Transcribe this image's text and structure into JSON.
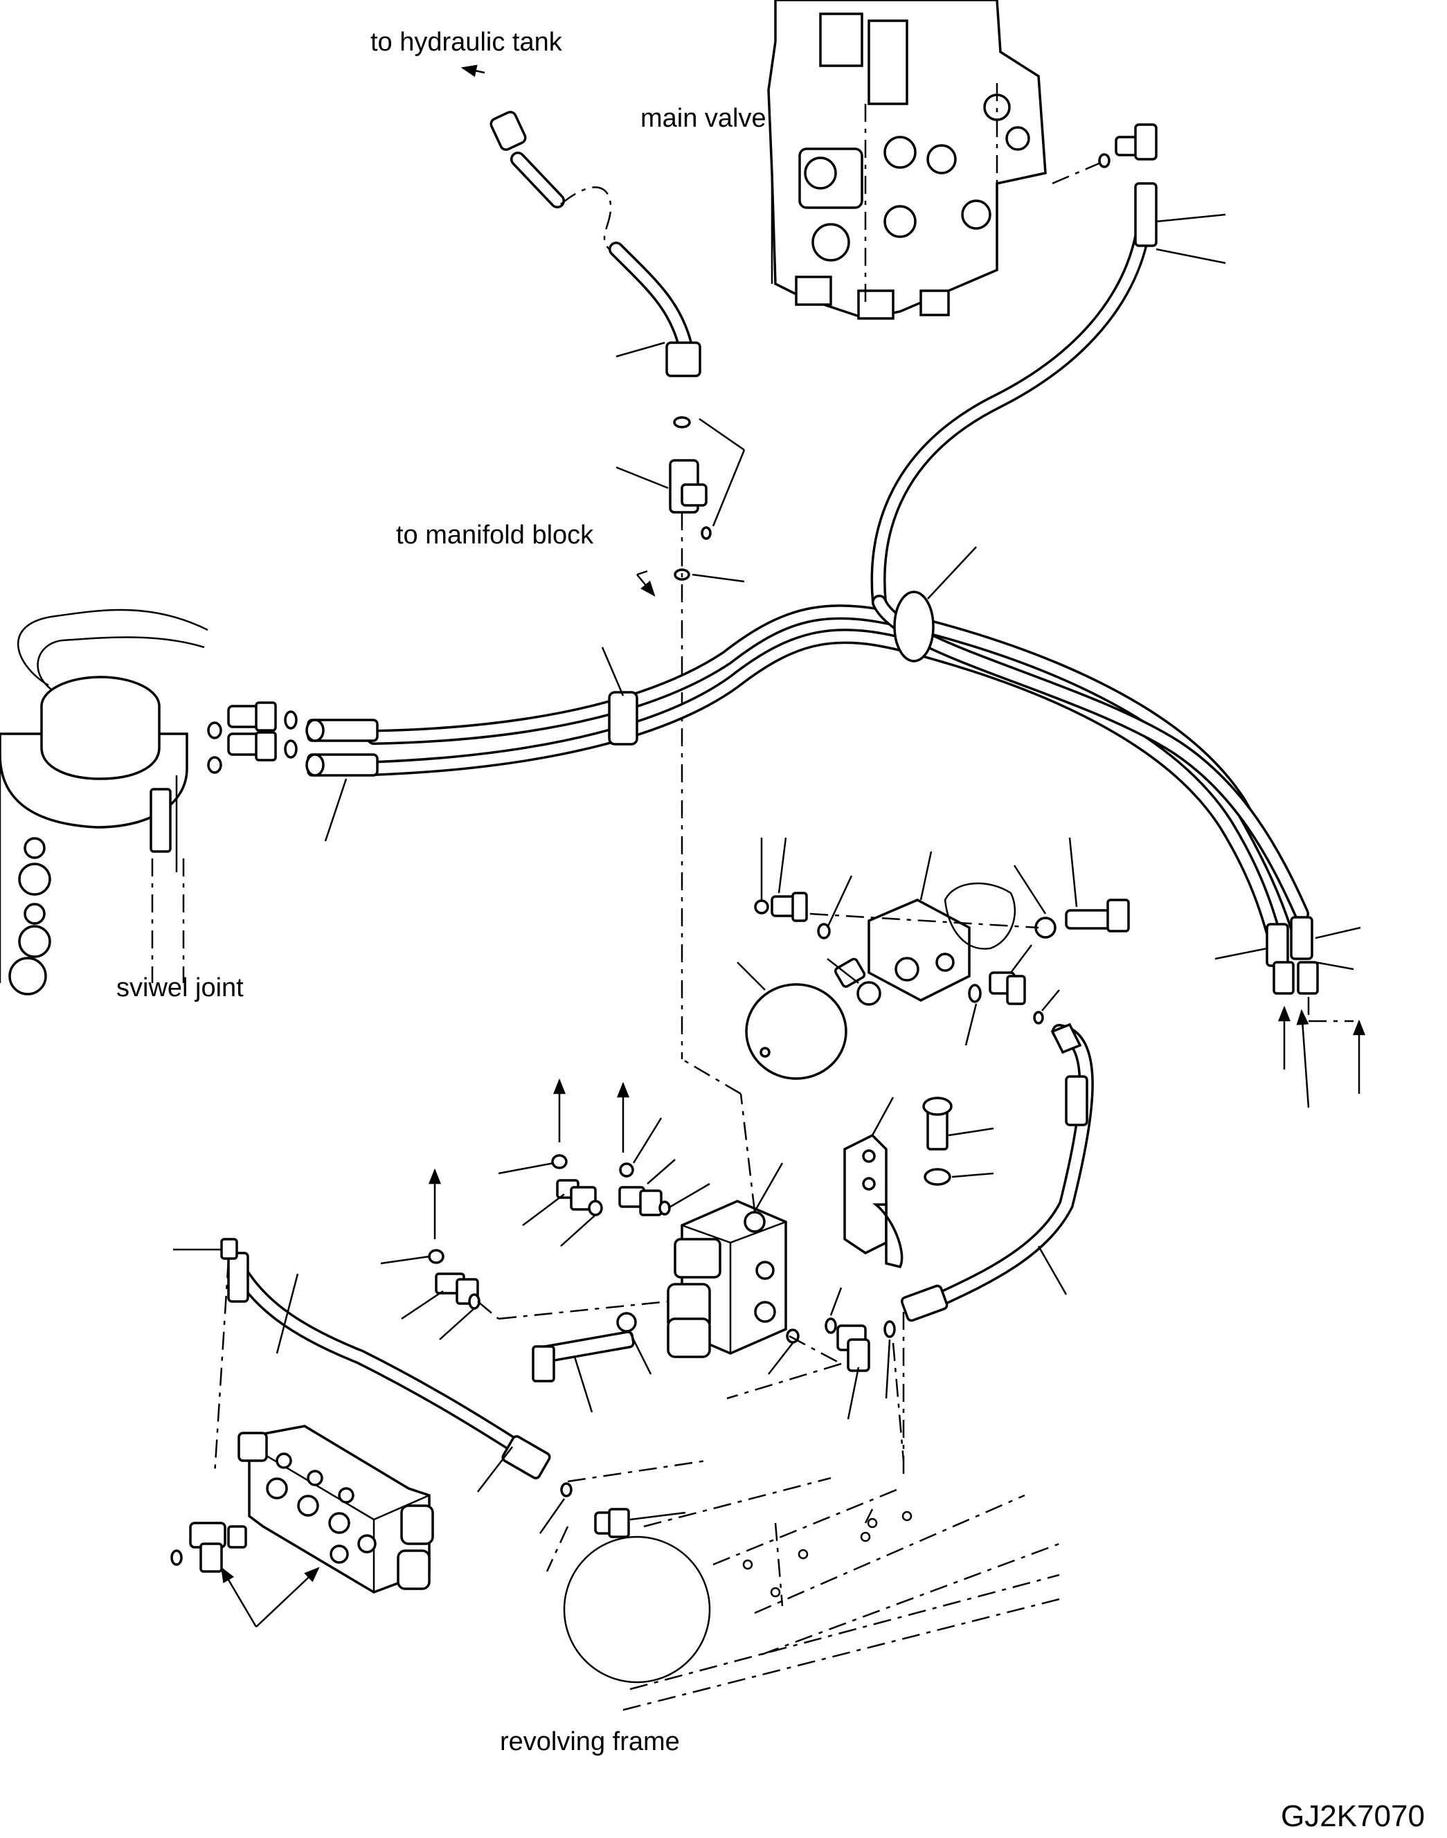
{
  "labels": {
    "to_hydraulic_tank": "to hydraulic tank",
    "main_valve": "main valve",
    "to_manifold_block": "to manifold block",
    "swivel_joint": "sviwel joint",
    "revolving_frame": "revolving frame",
    "drawing_code": "GJ2K7070"
  },
  "icons": [
    "main-valve-icon",
    "swivel-joint-icon",
    "accumulator-icon",
    "solenoid-valve-block-icon",
    "control-valve-icon",
    "revolving-frame-icon",
    "bracket-icon"
  ]
}
